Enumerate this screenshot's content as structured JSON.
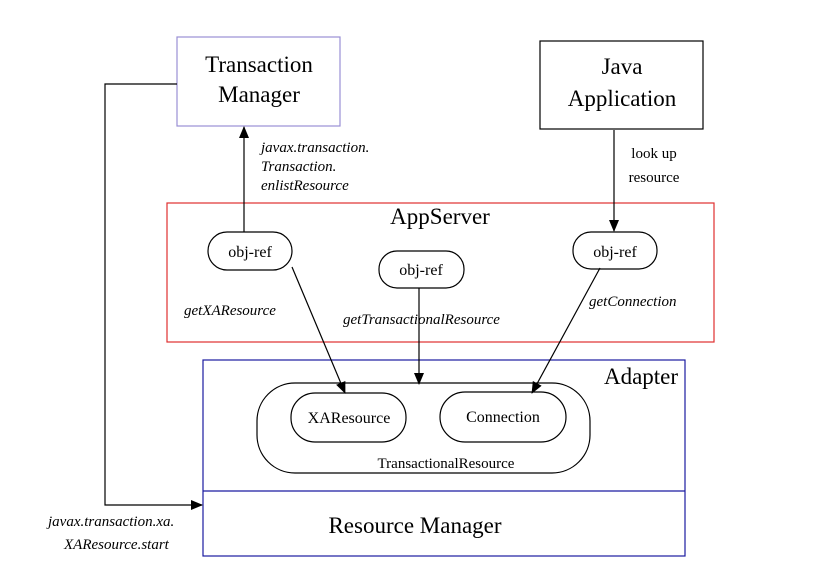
{
  "transaction_manager": {
    "line1": "Transaction",
    "line2": "Manager"
  },
  "java_application": {
    "line1": "Java",
    "line2": "Application"
  },
  "app_server": {
    "title": "AppServer"
  },
  "adapter": {
    "title": "Adapter"
  },
  "resource_manager": {
    "title": "Resource Manager"
  },
  "nodes": {
    "obj_ref_left": "obj-ref",
    "obj_ref_center": "obj-ref",
    "obj_ref_right": "obj-ref",
    "xa_resource": "XAResource",
    "connection": "Connection",
    "transactional_resource": "TransactionalResource"
  },
  "edge_labels": {
    "enlist_line1": "javax.transaction.",
    "enlist_line2": "Transaction.",
    "enlist_line3": "enlistResource",
    "lookup_line1": "look up",
    "lookup_line2": "resource",
    "get_xa_resource": "getXAResource",
    "get_transactional_resource": "getTransactionalResource",
    "get_connection": "getConnection",
    "xa_start_line1": "javax.transaction.xa.",
    "xa_start_line2": "XAResource.start"
  },
  "colors": {
    "transaction_manager_border": "#9a8fd4",
    "app_server_border": "#e03030",
    "adapter_border": "#1a1aa0",
    "line": "#000000"
  }
}
